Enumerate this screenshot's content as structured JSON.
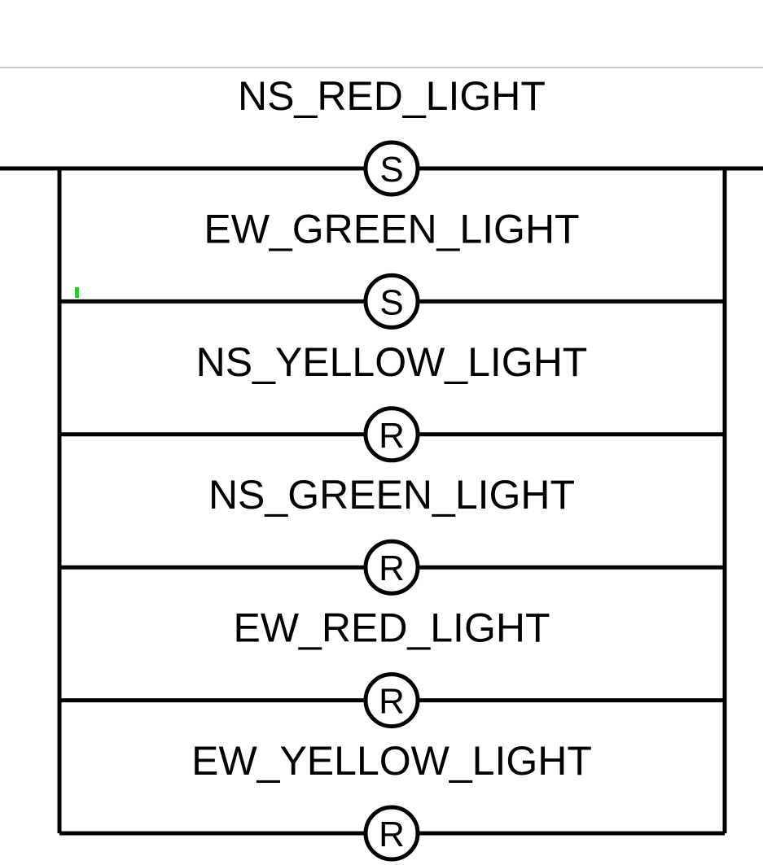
{
  "coils": [
    {
      "label": "NS_RED_LIGHT",
      "type": "S"
    },
    {
      "label": "EW_GREEN_LIGHT",
      "type": "S"
    },
    {
      "label": "NS_YELLOW_LIGHT",
      "type": "R"
    },
    {
      "label": "NS_GREEN_LIGHT",
      "type": "R"
    },
    {
      "label": "EW_RED_LIGHT",
      "type": "R"
    },
    {
      "label": "EW_YELLOW_LIGHT",
      "type": "R"
    }
  ],
  "colors": {
    "wire": "#000000",
    "divider": "#c8c8c8",
    "cursor_marker": "#22cc22",
    "background": "#ffffff"
  }
}
